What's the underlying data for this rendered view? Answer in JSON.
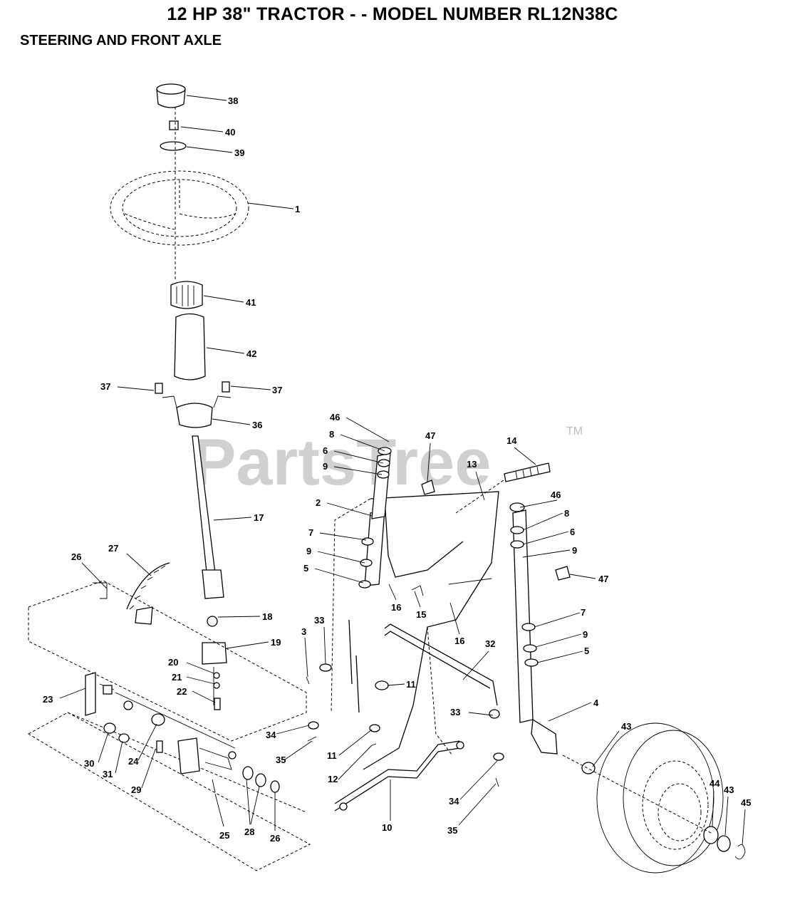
{
  "header": {
    "title": "12 HP 38\" TRACTOR - - MODEL NUMBER RL12N38C",
    "subtitle": "STEERING AND FRONT AXLE"
  },
  "watermark": {
    "text": "PartsTree",
    "trademark": "TM"
  },
  "callouts": [
    "38",
    "40",
    "39",
    "1",
    "41",
    "42",
    "37",
    "37",
    "36",
    "17",
    "27",
    "26",
    "18",
    "19",
    "20",
    "21",
    "22",
    "23",
    "30",
    "31",
    "24",
    "29",
    "25",
    "28",
    "26",
    "46",
    "8",
    "6",
    "9",
    "47",
    "14",
    "13",
    "2",
    "7",
    "9",
    "5",
    "16",
    "15",
    "16",
    "46",
    "8",
    "6",
    "9",
    "47",
    "7",
    "9",
    "5",
    "32",
    "4",
    "3",
    "33",
    "11",
    "34",
    "35",
    "11",
    "12",
    "10",
    "33",
    "34",
    "35",
    "43",
    "44",
    "43",
    "45"
  ]
}
